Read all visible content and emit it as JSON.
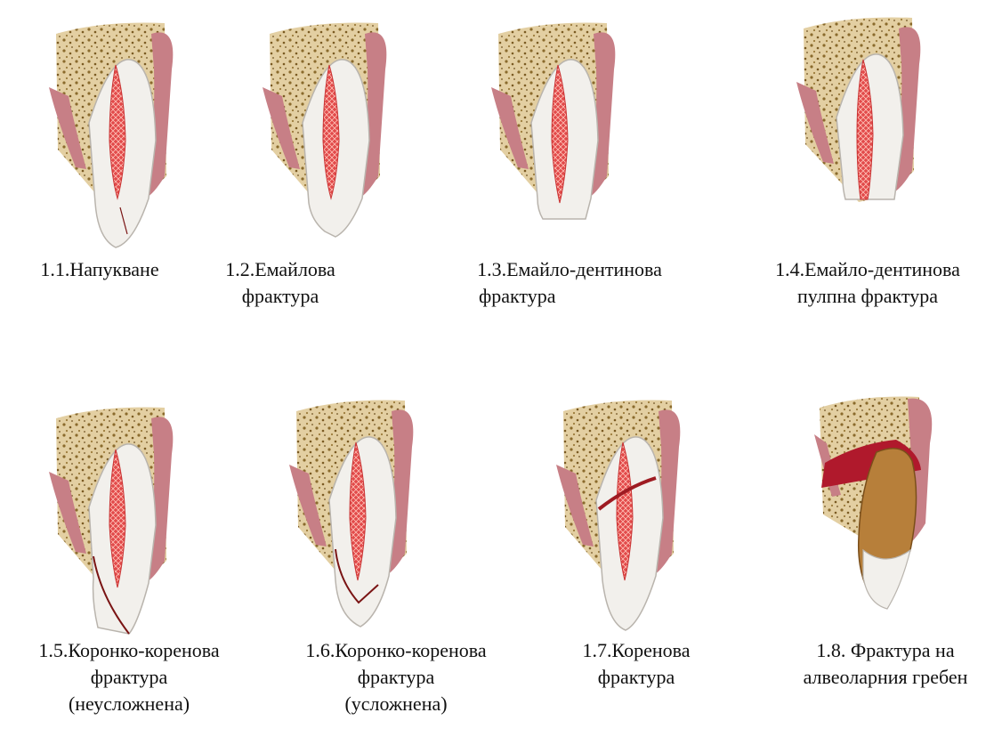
{
  "colors": {
    "bone": "#e3cfa2",
    "bone_speckle": "#8a6a2c",
    "gum": "#c77f86",
    "gum_dark": "#a8525c",
    "tooth": "#f2f0ec",
    "tooth_outline": "#b9b4ad",
    "pulp": "#e24a4a",
    "pulp_line": "#ffd0c8",
    "fracture": "#7a1414",
    "displaced_tooth": "#b77f3a",
    "blood": "#b0192c"
  },
  "figures": [
    {
      "id": "1.1",
      "type": "crack",
      "lines": [
        "1.1.Напукване"
      ]
    },
    {
      "id": "1.2",
      "type": "enamel",
      "lines": [
        "1.2.Емайлова",
        "фрактура"
      ]
    },
    {
      "id": "1.3",
      "type": "enamel-dentin",
      "lines": [
        "1.3.Емайло-дентинова",
        "фрактура"
      ]
    },
    {
      "id": "1.4",
      "type": "pulp",
      "lines": [
        "1.4.Емайло-дентинова",
        "пулпна фрактура"
      ]
    },
    {
      "id": "1.5",
      "type": "crown-root-uncomplicated",
      "lines": [
        "1.5.Коронко-коренова",
        "фрактура",
        "(неусложнена)"
      ]
    },
    {
      "id": "1.6",
      "type": "crown-root-complicated",
      "lines": [
        "1.6.Коронко-коренова",
        "фрактура",
        "(усложнена)"
      ]
    },
    {
      "id": "1.7",
      "type": "root",
      "lines": [
        "1.7.Коренова",
        "фрактура"
      ]
    },
    {
      "id": "1.8",
      "type": "alveolar",
      "lines": [
        "1.8. Фрактура на",
        "алвеоларния гребен"
      ]
    }
  ]
}
